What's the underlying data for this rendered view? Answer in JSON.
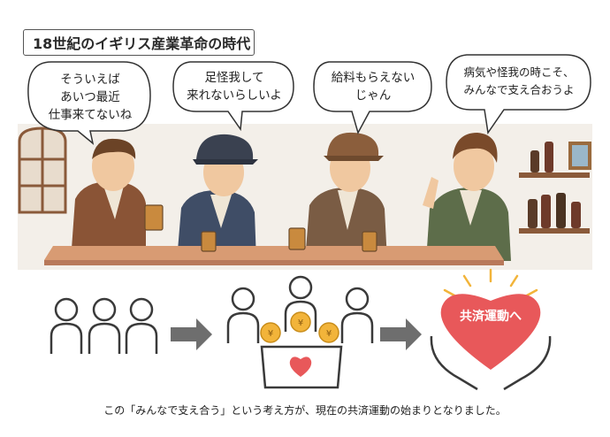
{
  "title": "18世紀のイギリス産業革命の時代",
  "bubbles": {
    "b1": "そういえば\nあいつ最近\n仕事来てないね",
    "b2": "足怪我して\n来れないらしいよ",
    "b3": "給料もらえない\nじゃん",
    "b4": "病気や怪我の時こそ、\nみんなで支え合おうよ"
  },
  "heart_label": "共済運動へ",
  "caption": "この「みんなで支え合う」という考え方が、現在の共済運動の始まりとなりました。",
  "colors": {
    "coin": "#f2b43a",
    "heart": "#e8585a",
    "arrow": "#6e6e6e",
    "table": "#d89b73",
    "line": "#3a3a3a"
  }
}
